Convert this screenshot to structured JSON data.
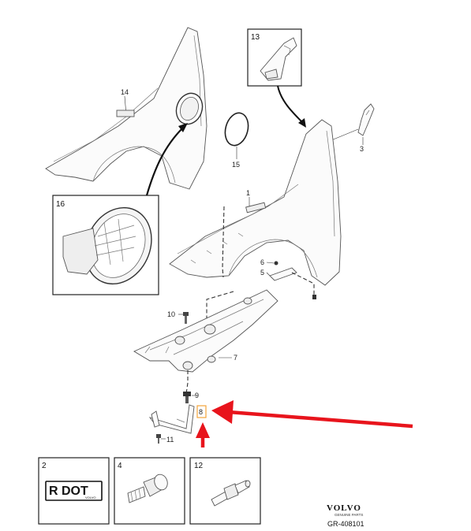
{
  "callouts": {
    "c1": "1",
    "c3": "3",
    "c5": "5",
    "c6": "6",
    "c7": "7",
    "c8": "8",
    "c9": "9",
    "c10": "10",
    "c11": "11",
    "c14": "14",
    "c15": "15"
  },
  "insets": {
    "i13": "13",
    "i16": "16",
    "i2": "2",
    "i4": "4",
    "i12": "12"
  },
  "badge": {
    "text": "R DOT",
    "sub": "VOLVO"
  },
  "brand": {
    "name": "VOLVO",
    "sub": "GENUINE PARTS"
  },
  "reference": "GR-408101",
  "colors": {
    "highlight_arrow": "#e8141c",
    "highlight_box": "#f2a33a",
    "outline": "#555555"
  }
}
